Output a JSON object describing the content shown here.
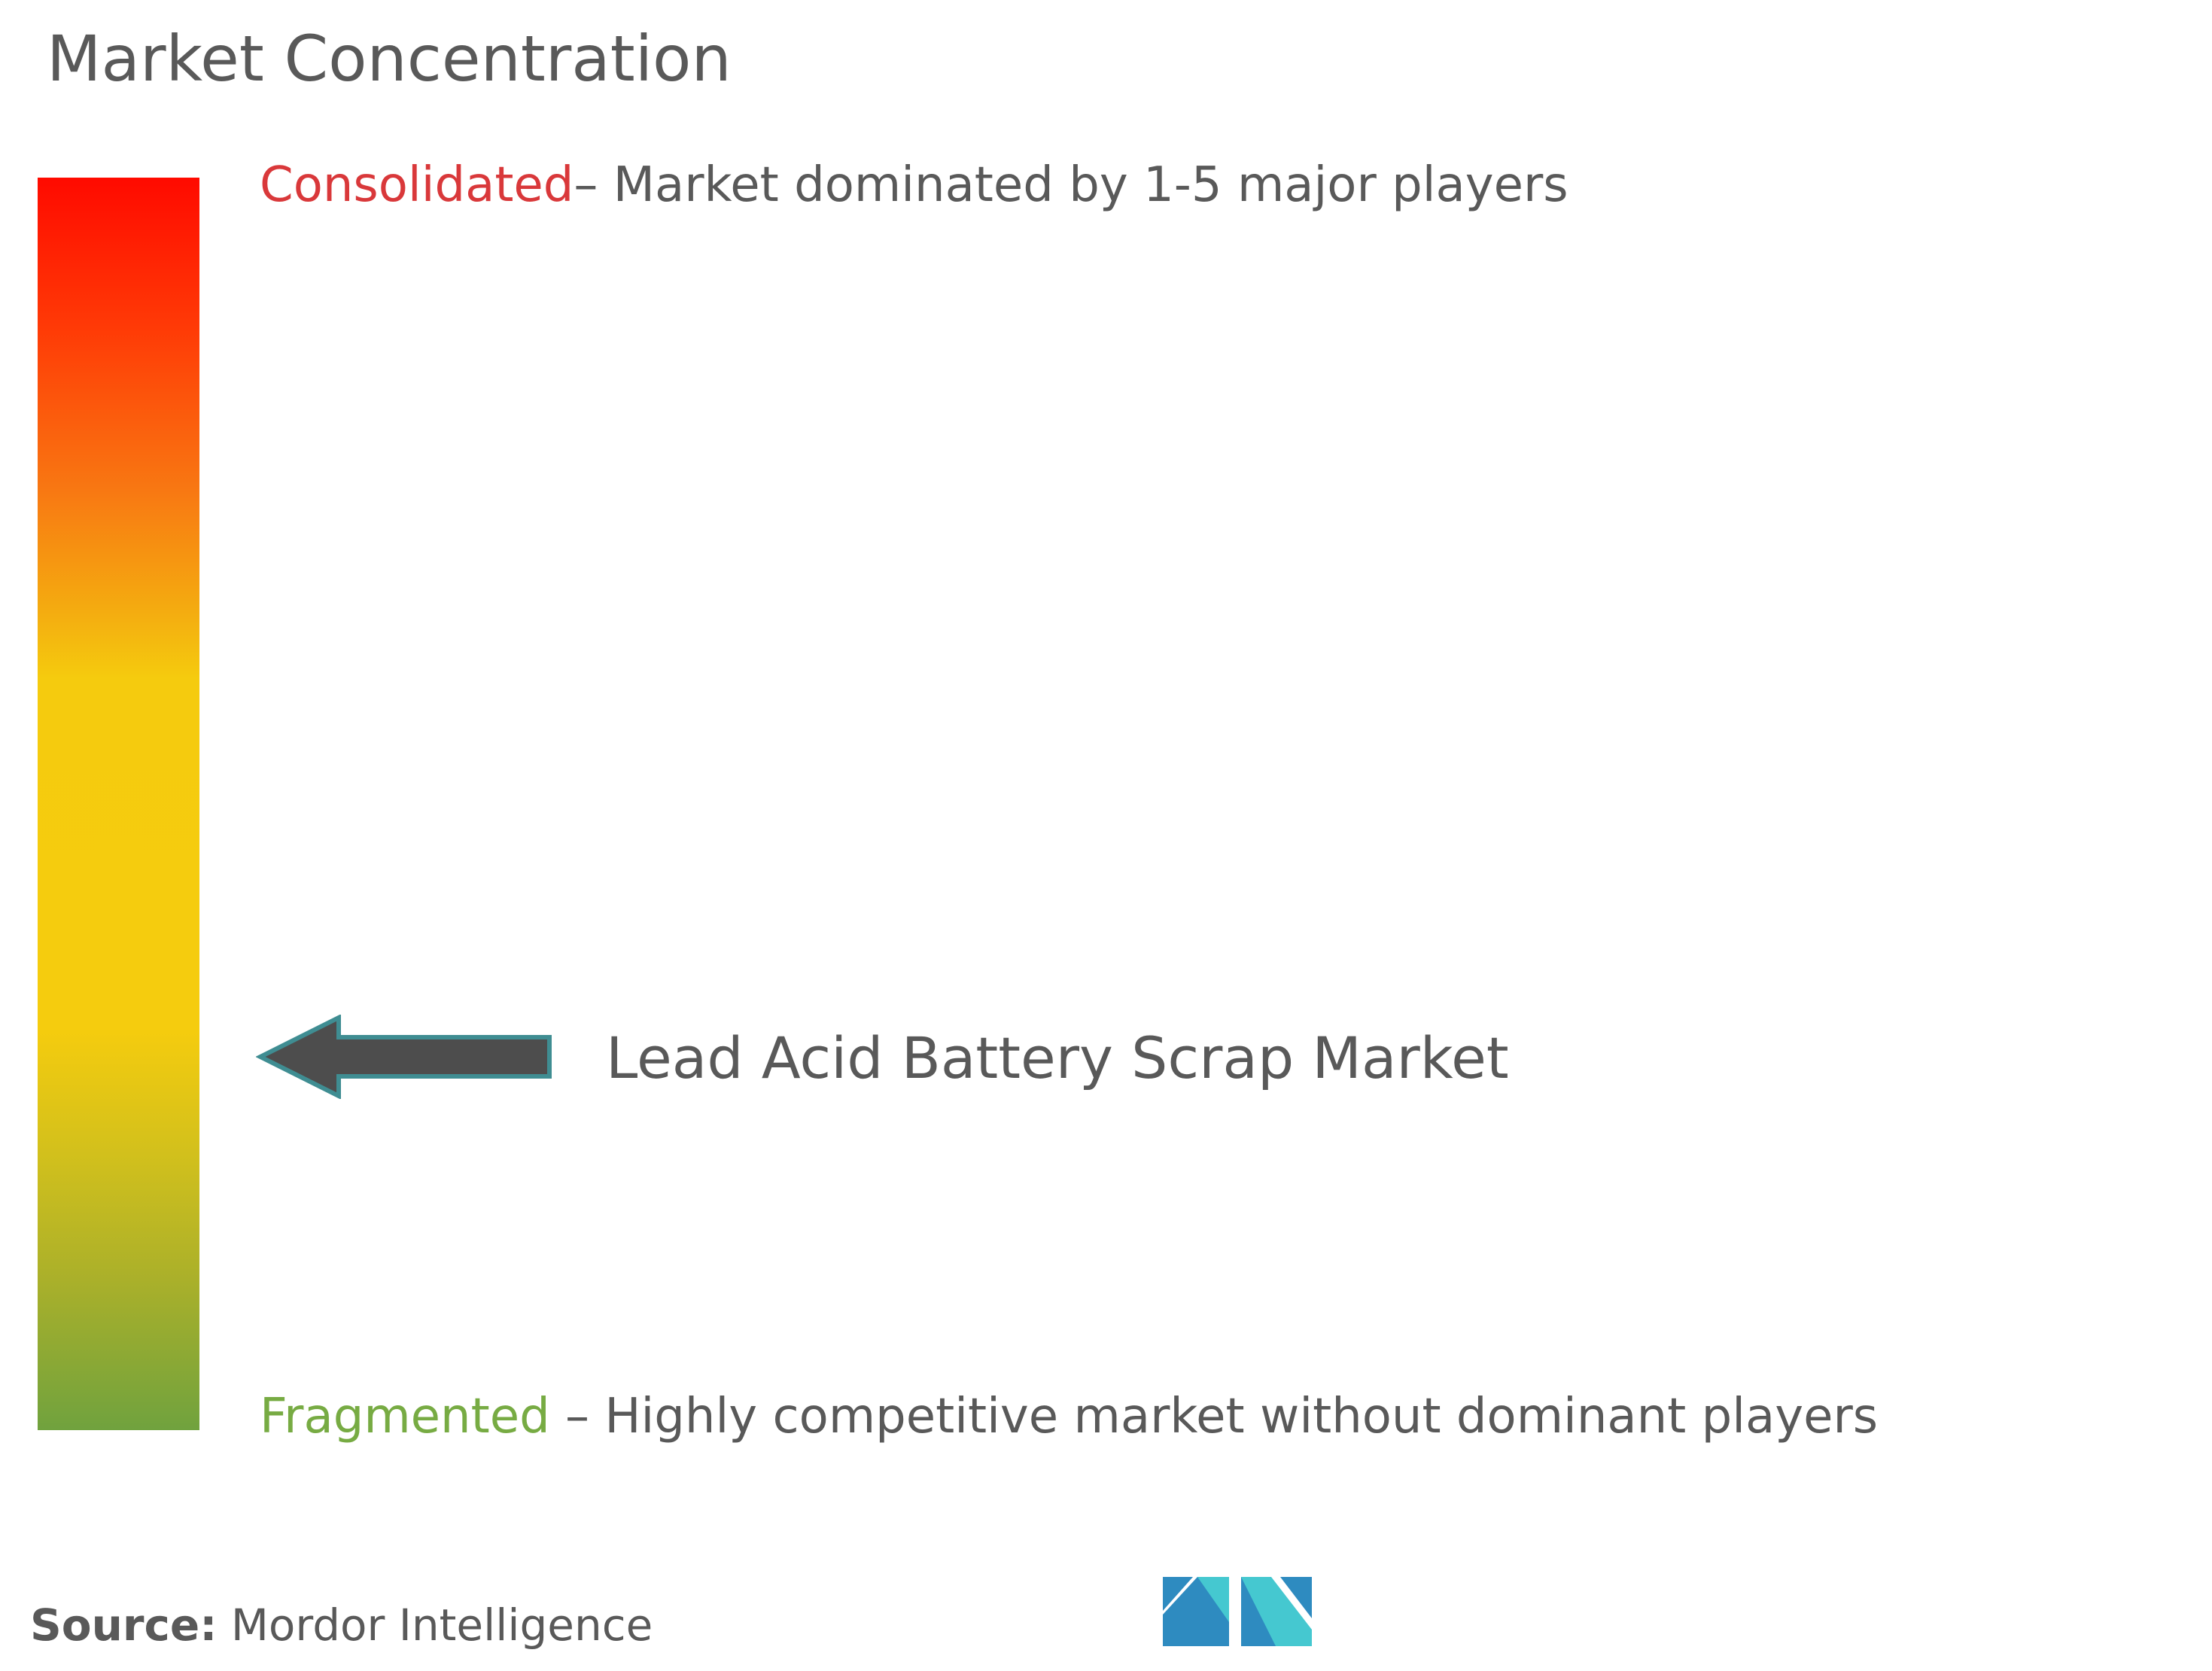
{
  "title": "Market Concentration",
  "scale": {
    "consolidated": {
      "name": "Consolidated",
      "description": "– Market dominated by 1-5 major players",
      "color": "#d9383a"
    },
    "fragmented": {
      "name": "Fragmented",
      "description": " – Highly competitive market without dominant players",
      "color": "#77ab43"
    },
    "gradient_colors": [
      "#ff0a00",
      "#f87812",
      "#f5cb0e",
      "#70a23e"
    ]
  },
  "marker": {
    "label": "Lead Acid Battery Scrap Market",
    "position_fraction_from_top": 0.7,
    "color": "#4d4d4d"
  },
  "source": {
    "label": "Source:",
    "value": " Mordor Intelligence"
  },
  "logo": {
    "icon": "mordor-intelligence-logo",
    "colors": [
      "#2e8bc0",
      "#45c8d0"
    ]
  }
}
